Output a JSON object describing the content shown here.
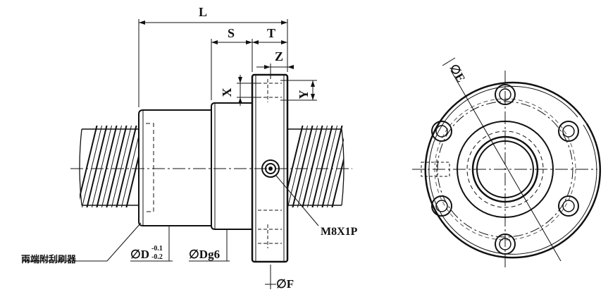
{
  "labels": {
    "L": "L",
    "S": "S",
    "T": "T",
    "Z": "Z",
    "X": "X",
    "Y": "Y",
    "tap_thread": "M8X1P",
    "wiper_note": "兩端附刮刷器",
    "flange_od": "∅F",
    "bolt_circle": "∅E"
  },
  "dia_D": {
    "prefix": "∅D",
    "tol_upper": "-0.1",
    "tol_lower": "-0.2"
  },
  "dia_Dg6": {
    "prefix": "∅Dg6"
  }
}
